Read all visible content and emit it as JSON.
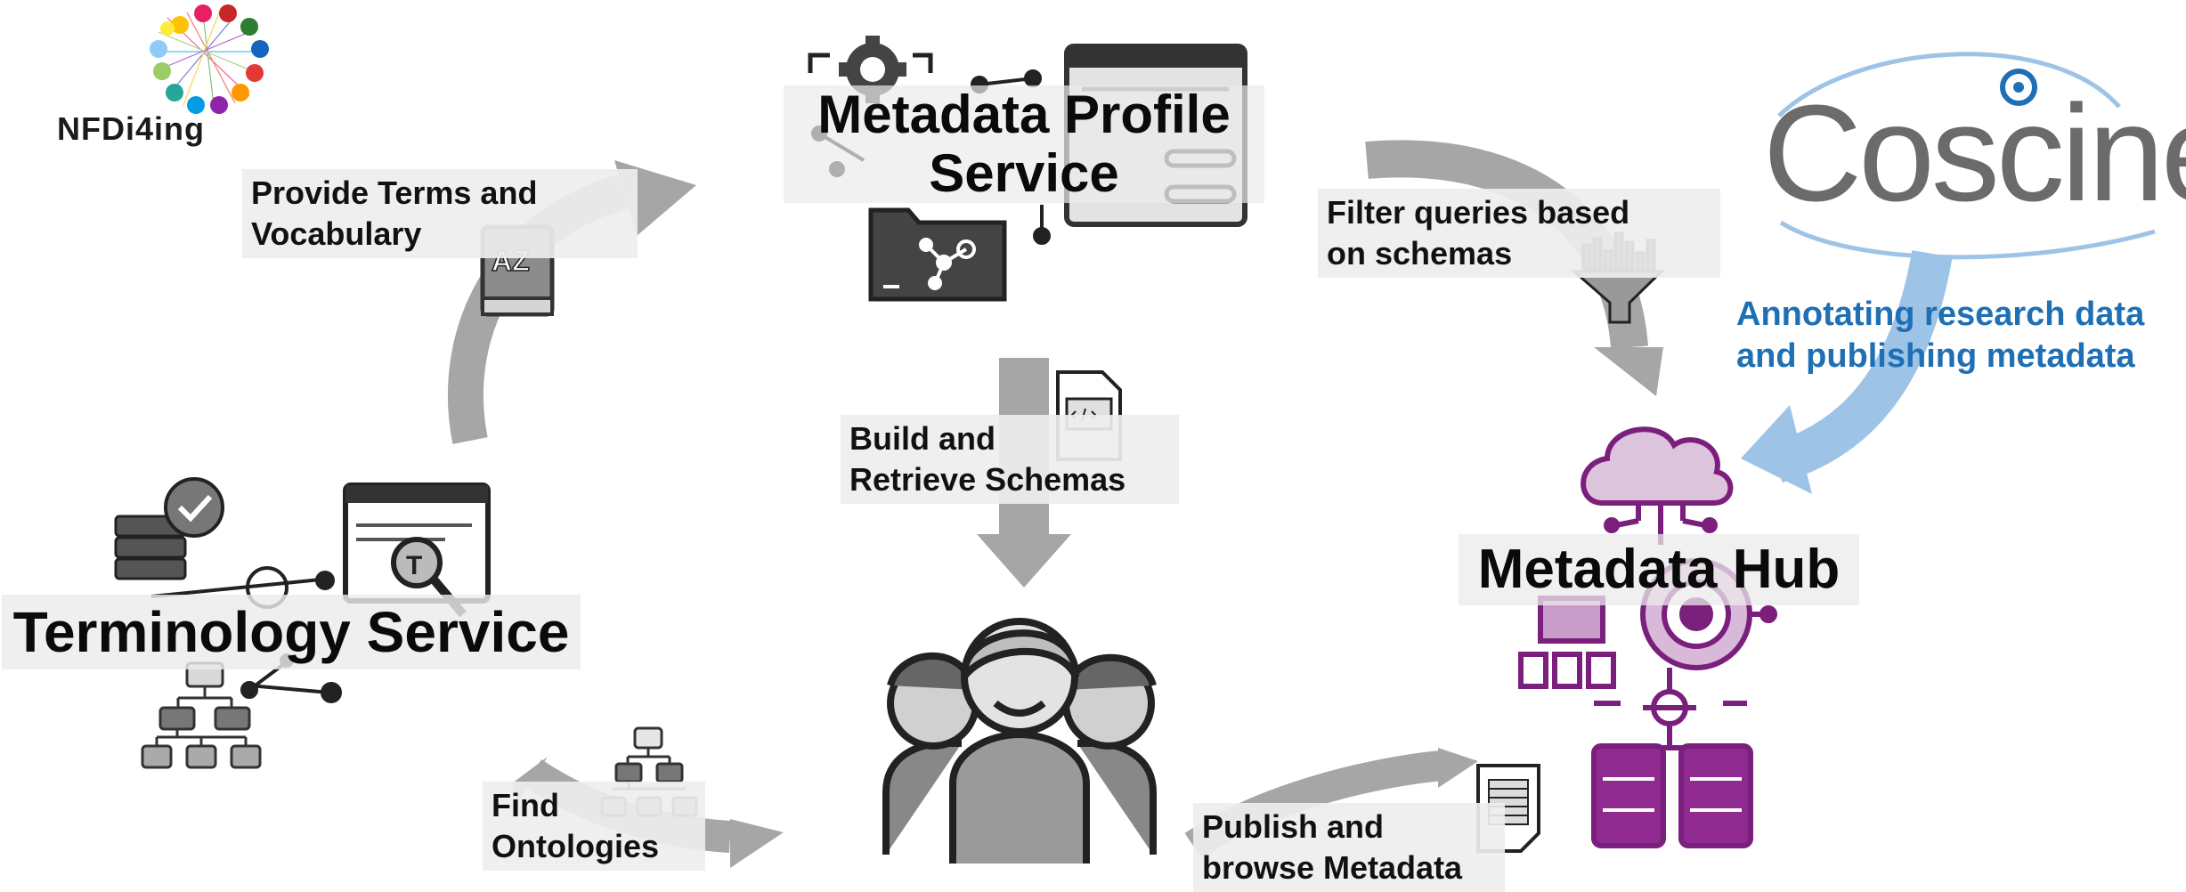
{
  "logos": {
    "nfdi": {
      "text": "NFDi4ing"
    },
    "coscine": {
      "text": "Coscine"
    }
  },
  "services": {
    "metadata_profile": {
      "line1": "Metadata Profile",
      "line2": "Service"
    },
    "terminology": {
      "title": "Terminology Service"
    },
    "metadata_hub": {
      "title": "Metadata Hub"
    }
  },
  "flows": {
    "provide_terms": {
      "line1": "Provide Terms and",
      "line2": "Vocabulary"
    },
    "filter_queries": {
      "line1": "Filter queries based",
      "line2": "on schemas"
    },
    "annotating": {
      "line1": "Annotating research data",
      "line2": "and publishing metadata"
    },
    "build_schemas": {
      "line1": "Build and",
      "line2": "Retrieve Schemas"
    },
    "find_ontologies": {
      "line1": "Find",
      "line2": "Ontologies"
    },
    "publish_browse": {
      "line1": "Publish and",
      "line2": "browse Metadata"
    }
  },
  "icons": [
    "dictionary-az-icon",
    "server-check-icon",
    "browser-search-icon",
    "hierarchy-icon",
    "gear-icon",
    "browser-window-icon",
    "folder-network-icon",
    "code-document-icon",
    "funnel-chart-icon",
    "cloud-network-icon",
    "users-group-icon",
    "form-document-icon"
  ],
  "colors": {
    "arrow_gray": "#a6a6a6",
    "arrow_blue": "#9dc3e6",
    "annotating_text": "#1f6fb4",
    "hub_purple": "#7b1f7d",
    "coscine_gray": "#6b6b6b",
    "coscine_blue": "#1f6fb4"
  }
}
